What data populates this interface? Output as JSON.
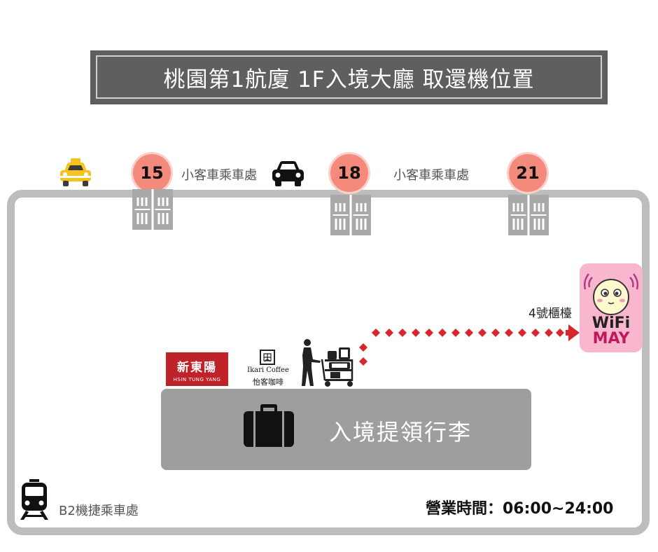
{
  "title": "桃園第1航廈 1F入境大廳 取還機位置",
  "gates": [
    {
      "number": "15"
    },
    {
      "number": "18"
    },
    {
      "number": "21"
    }
  ],
  "pickup_labels": [
    "小客車乘車處",
    "小客車乘車處"
  ],
  "wifi": {
    "brand_line1": "WiFi",
    "brand_line2": "MAY",
    "counter": "4號櫃檯"
  },
  "shops": {
    "hsin_tung_yang_cn": "新東陽",
    "hsin_tung_yang_en": "HSIN TUNG YANG",
    "ikari_en": "Ikari Coffee",
    "ikari_cn": "怡客咖啡"
  },
  "baggage_claim": "入境提領行李",
  "mrt_label": "B2機捷乘車處",
  "hours": "營業時間：06:00~24:00",
  "colors": {
    "gate_circle": "#f38a7c",
    "route": "#d8262f",
    "wifi_bg": "#f8b6cf",
    "taxi": "#f6c21b",
    "outline": "#bdbdbd"
  }
}
